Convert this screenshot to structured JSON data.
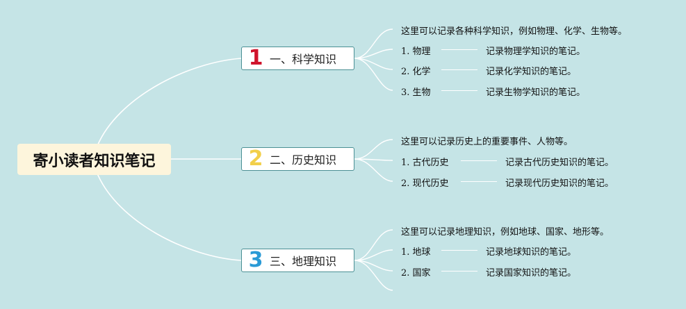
{
  "root": {
    "title": "寄小读者知识笔记"
  },
  "colors": {
    "num1": "#d0142c",
    "num2": "#f2cf4a",
    "num3": "#2a9ad6",
    "line": "#ffffff",
    "background": "#c5e4e6"
  },
  "branches": [
    {
      "num": "1",
      "label": "一、科学知识",
      "desc": "这里可以记录各种科学知识，例如物理、化学、生物等。",
      "items": [
        {
          "name": "1. 物理",
          "note": "记录物理学知识的笔记。"
        },
        {
          "name": "2. 化学",
          "note": "记录化学知识的笔记。"
        },
        {
          "name": "3. 生物",
          "note": "记录生物学知识的笔记。"
        }
      ]
    },
    {
      "num": "2",
      "label": "二、历史知识",
      "desc": "这里可以记录历史上的重要事件、人物等。",
      "items": [
        {
          "name": "1. 古代历史",
          "note": "记录古代历史知识的笔记。"
        },
        {
          "name": "2. 现代历史",
          "note": "记录现代历史知识的笔记。"
        }
      ]
    },
    {
      "num": "3",
      "label": "三、地理知识",
      "desc": "这里可以记录地理知识，例如地球、国家、地形等。",
      "items": [
        {
          "name": "1. 地球",
          "note": "记录地球知识的笔记。"
        },
        {
          "name": "2. 国家",
          "note": "记录国家知识的笔记。"
        }
      ]
    }
  ]
}
